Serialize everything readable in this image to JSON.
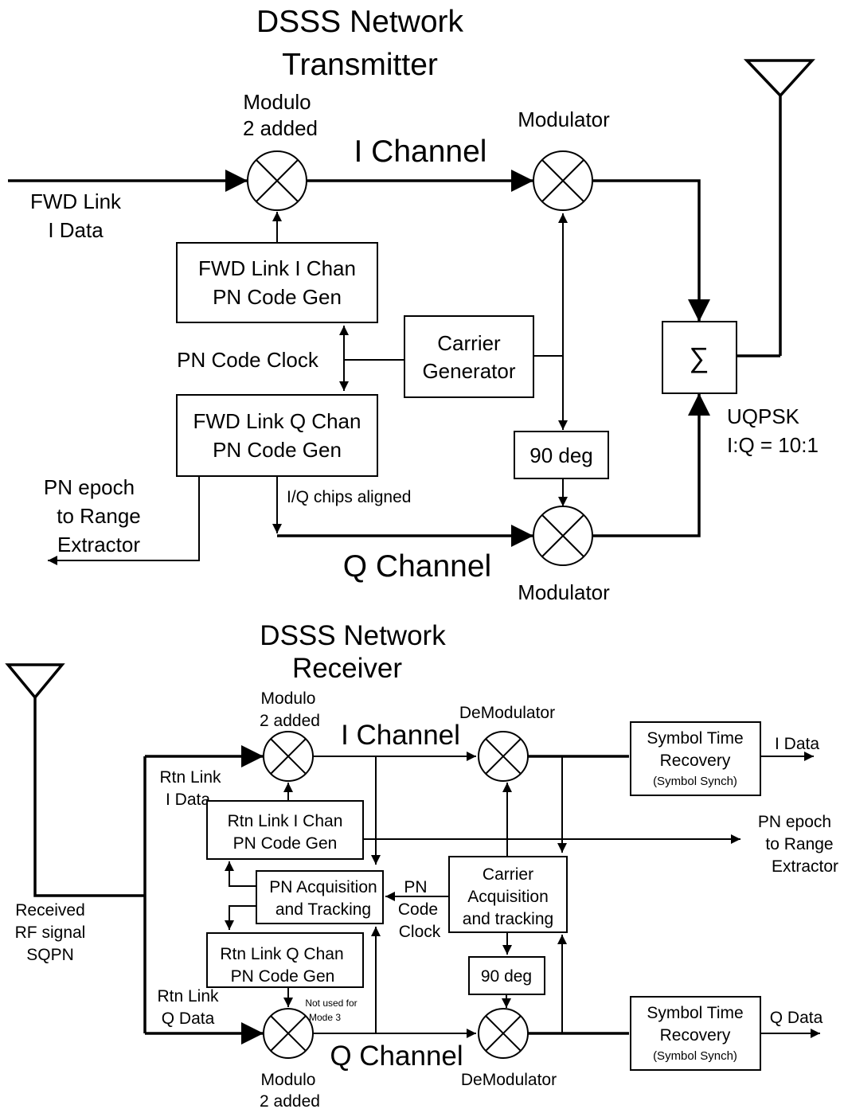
{
  "transmitter": {
    "title_line1": "DSSS Network",
    "title_line2": "Transmitter",
    "modulo_line1": "Modulo",
    "modulo_line2": "2 added",
    "i_channel": "I Channel",
    "q_channel": "Q Channel",
    "modulator_top": "Modulator",
    "modulator_bottom": "Modulator",
    "fwd_i_data_line1": "FWD Link",
    "fwd_i_data_line2": "I Data",
    "i_pn_gen_line1": "FWD Link I Chan",
    "i_pn_gen_line2": "PN Code Gen",
    "q_pn_gen_line1": "FWD Link Q Chan",
    "q_pn_gen_line2": "PN Code Gen",
    "pn_code_clock": "PN Code Clock",
    "carrier_line1": "Carrier",
    "carrier_line2": "Generator",
    "phase_shift": "90 deg",
    "summer_symbol": "∑",
    "uqpsk_line1": "UQPSK",
    "uqpsk_line2": "I:Q = 10:1",
    "pn_epoch_line1": "PN epoch",
    "pn_epoch_line2": "to Range",
    "pn_epoch_line3": "Extractor",
    "iq_aligned": "I/Q chips aligned"
  },
  "receiver": {
    "title_line1": "DSSS Network",
    "title_line2": "Receiver",
    "modulo_top_line1": "Modulo",
    "modulo_top_line2": "2 added",
    "modulo_bottom_line1": "Modulo",
    "modulo_bottom_line2": "2 added",
    "i_channel": "I Channel",
    "q_channel": "Q Channel",
    "demod_top": "DeModulator",
    "demod_bottom": "DeModulator",
    "sym_line1": "Symbol Time",
    "sym_line2": "Recovery",
    "sym_line3": "(Symbol Synch)",
    "i_data": "I Data",
    "q_data": "Q Data",
    "pn_epoch_line1": "PN epoch",
    "pn_epoch_line2": "to Range",
    "pn_epoch_line3": "Extractor",
    "rtn_i_data_line1": "Rtn Link",
    "rtn_i_data_line2": "I Data",
    "rtn_q_data_line1": "Rtn Link",
    "rtn_q_data_line2": "Q Data",
    "i_pn_gen_line1": "Rtn Link I Chan",
    "i_pn_gen_line2": "PN Code Gen",
    "q_pn_gen_line1": "Rtn Link Q Chan",
    "q_pn_gen_line2": "PN Code Gen",
    "pn_acq_line1": "PN Acquisition",
    "pn_acq_line2": "and Tracking",
    "pn_clock_line1": "PN",
    "pn_clock_line2": "Code",
    "pn_clock_line3": "Clock",
    "carrier_line1": "Carrier",
    "carrier_line2": "Acquisition",
    "carrier_line3": "and tracking",
    "phase_shift": "90 deg",
    "rf_line1": "Received",
    "rf_line2": "RF signal",
    "rf_line3": "SQPN",
    "not_used_line1": "Not used for",
    "not_used_line2": "Mode 3"
  }
}
